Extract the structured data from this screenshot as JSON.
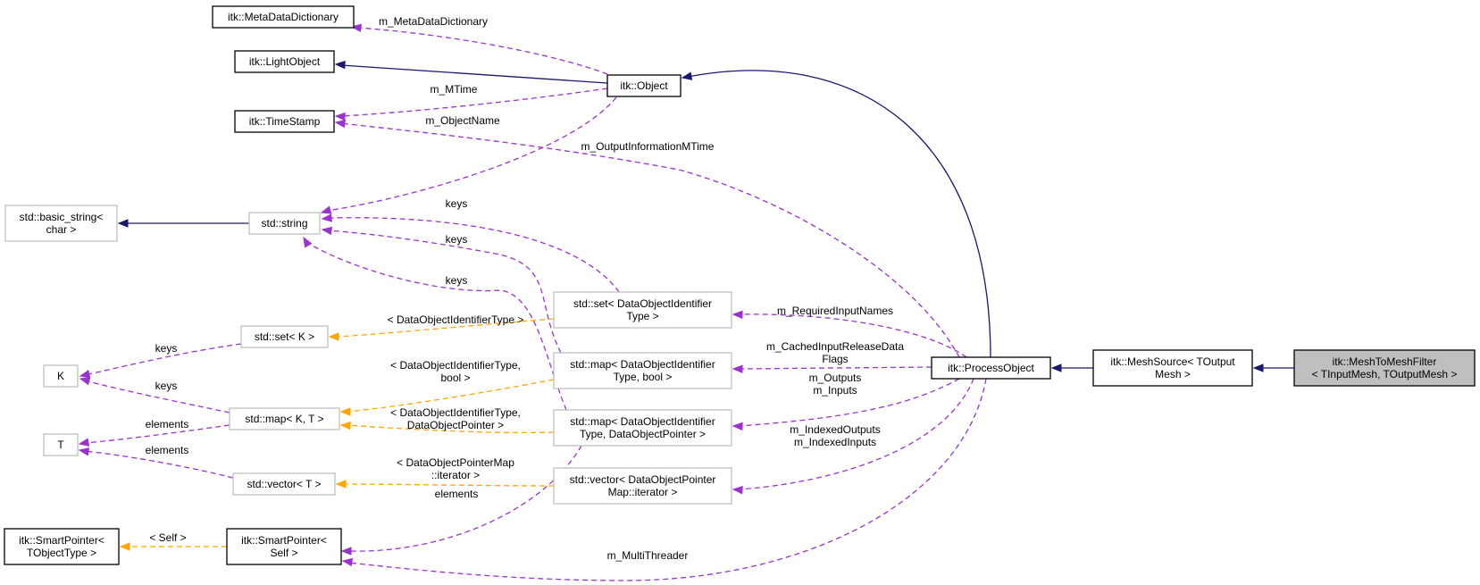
{
  "colors": {
    "inherit": "#191970",
    "usage": "#9a32cd",
    "template": "#ffa500",
    "documented_border": "#000000",
    "undocumented_border": "#bfbfbf",
    "focus_fill": "#bfbfbf",
    "node_fill": "#ffffff"
  },
  "nodes": {
    "metadata_dictionary": {
      "lines": [
        "itk::MetaDataDictionary"
      ],
      "style": "documented",
      "links": true
    },
    "light_object": {
      "lines": [
        "itk::LightObject"
      ],
      "style": "documented",
      "links": true
    },
    "time_stamp": {
      "lines": [
        "itk::TimeStamp"
      ],
      "style": "documented",
      "links": true
    },
    "object": {
      "lines": [
        "itk::Object"
      ],
      "style": "documented",
      "links": true
    },
    "basic_string": {
      "lines": [
        "std::basic_string<",
        "char >"
      ],
      "style": "external",
      "links": false
    },
    "std_string": {
      "lines": [
        "std::string"
      ],
      "style": "external",
      "links": false
    },
    "set_k": {
      "lines": [
        "std::set< K >"
      ],
      "style": "external",
      "links": false
    },
    "k": {
      "lines": [
        "K"
      ],
      "style": "external",
      "links": false
    },
    "map_kt": {
      "lines": [
        "std::map< K, T >"
      ],
      "style": "external",
      "links": false
    },
    "t": {
      "lines": [
        "T"
      ],
      "style": "external",
      "links": false
    },
    "vector_t": {
      "lines": [
        "std::vector< T >"
      ],
      "style": "external",
      "links": false
    },
    "smart_pointer_tobject": {
      "lines": [
        "itk::SmartPointer<",
        "TObjectType >"
      ],
      "style": "documented",
      "links": true
    },
    "smart_pointer_self": {
      "lines": [
        "itk::SmartPointer<",
        "Self >"
      ],
      "style": "documented",
      "links": true
    },
    "set_doi": {
      "lines": [
        "std::set< DataObjectIdentifier",
        "Type >"
      ],
      "style": "external",
      "links": false
    },
    "map_doi_bool": {
      "lines": [
        "std::map< DataObjectIdentifier",
        "Type, bool >"
      ],
      "style": "external",
      "links": false
    },
    "map_doi_ptr": {
      "lines": [
        "std::map< DataObjectIdentifier",
        "Type, DataObjectPointer >"
      ],
      "style": "external",
      "links": false
    },
    "vector_dop": {
      "lines": [
        "std::vector< DataObjectPointer",
        "Map::iterator >"
      ],
      "style": "external",
      "links": false
    },
    "process_object": {
      "lines": [
        "itk::ProcessObject"
      ],
      "style": "documented",
      "links": true
    },
    "mesh_source": {
      "lines": [
        "itk::MeshSource< TOutput",
        "Mesh >"
      ],
      "style": "documented",
      "links": true
    },
    "mesh_to_mesh_filter": {
      "lines": [
        "itk::MeshToMeshFilter",
        "< TInputMesh, TOutputMesh >"
      ],
      "style": "focus",
      "links": false
    }
  },
  "edges": {
    "e1": {
      "kind": "inherit",
      "labels": []
    },
    "e2": {
      "kind": "usage",
      "labels": [
        "m_MetaDataDictionary"
      ]
    },
    "e3": {
      "kind": "usage",
      "labels": [
        "m_MTime"
      ]
    },
    "e4": {
      "kind": "usage",
      "labels": [
        "m_ObjectName"
      ]
    },
    "e5": {
      "kind": "inherit",
      "labels": []
    },
    "e6": {
      "kind": "inherit",
      "labels": []
    },
    "e7": {
      "kind": "usage",
      "labels": [
        "m_OutputInformationMTime"
      ]
    },
    "e8": {
      "kind": "usage",
      "labels": [
        "keys"
      ]
    },
    "e9": {
      "kind": "usage",
      "labels": [
        "keys"
      ]
    },
    "e10": {
      "kind": "usage",
      "labels": [
        "keys"
      ]
    },
    "e11": {
      "kind": "template",
      "labels": [
        "< DataObjectIdentifierType >"
      ]
    },
    "e12": {
      "kind": "usage",
      "labels": [
        "m_RequiredInputNames"
      ]
    },
    "e13": {
      "kind": "usage",
      "labels": [
        "keys"
      ]
    },
    "e14": {
      "kind": "usage",
      "labels": [
        "keys"
      ]
    },
    "e15": {
      "kind": "template",
      "labels": [
        "< DataObjectIdentifierType,",
        "bool >"
      ]
    },
    "e16": {
      "kind": "template",
      "labels": [
        "< DataObjectIdentifierType,",
        "DataObjectPointer >"
      ]
    },
    "e17": {
      "kind": "usage",
      "labels": [
        "elements"
      ]
    },
    "e18": {
      "kind": "usage",
      "labels": [
        "elements"
      ]
    },
    "e19": {
      "kind": "template",
      "labels": [
        "< DataObjectPointerMap",
        "::iterator >"
      ]
    },
    "e20": {
      "kind": "usage",
      "labels": [
        "m_CachedInputReleaseData",
        "Flags"
      ]
    },
    "e21": {
      "kind": "usage",
      "labels": [
        "m_Outputs",
        "m_Inputs"
      ]
    },
    "e22": {
      "kind": "usage",
      "labels": [
        "m_IndexedOutputs",
        "m_IndexedInputs"
      ]
    },
    "e23": {
      "kind": "template",
      "labels": [
        "< Self >"
      ]
    },
    "e24": {
      "kind": "usage",
      "labels": [
        "elements"
      ]
    },
    "e25": {
      "kind": "usage",
      "labels": [
        "m_MultiThreader"
      ]
    },
    "e26": {
      "kind": "inherit",
      "labels": []
    },
    "e27": {
      "kind": "inherit",
      "labels": []
    }
  }
}
